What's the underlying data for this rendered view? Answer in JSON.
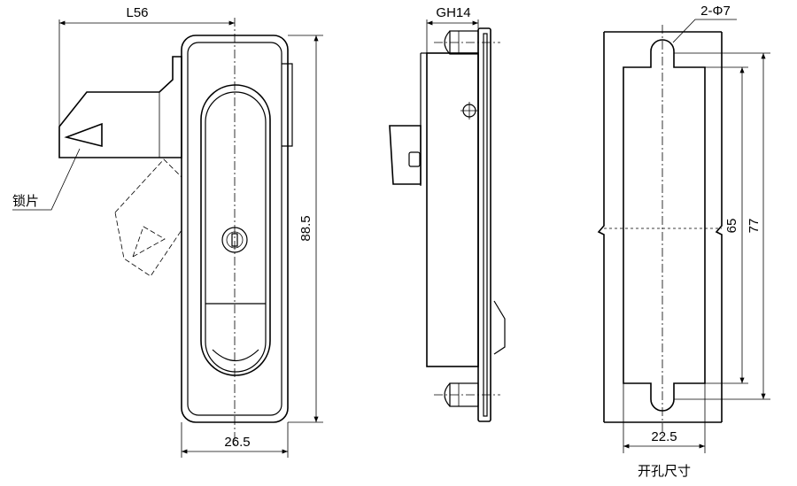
{
  "labels": {
    "top_width": "L56",
    "bottom_width": "26.5",
    "height": "88.5",
    "side_thickness": "GH14",
    "hole_spec": "2-Φ7",
    "inner_height": "65",
    "outer_height": "77",
    "cutout_width": "22.5",
    "latch_label": "锁片",
    "cutout_caption": "开孔尺寸"
  }
}
